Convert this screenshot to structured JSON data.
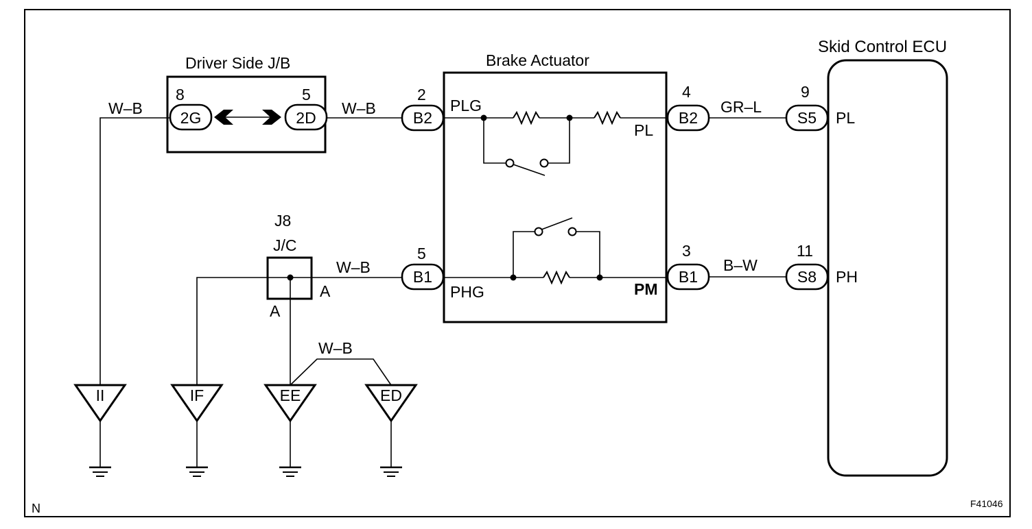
{
  "frame": {
    "corner_left": "N",
    "figure_id": "F41046"
  },
  "junction_block": {
    "title": "Driver Side J/B",
    "left": {
      "pin": "8",
      "code": "2G"
    },
    "right": {
      "pin": "5",
      "code": "2D"
    }
  },
  "junction_connector": {
    "id": "J8",
    "type": "J/C",
    "pin_bottom": "A",
    "pin_right": "A"
  },
  "brake_actuator": {
    "title": "Brake Actuator",
    "terminal_plg": "PLG",
    "terminal_pl": "PL",
    "terminal_phg": "PHG",
    "terminal_pm": "PM",
    "conn_b2_left": {
      "pin": "2",
      "code": "B2"
    },
    "conn_b1_left": {
      "pin": "5",
      "code": "B1"
    },
    "conn_b2_right": {
      "pin": "4",
      "code": "B2"
    },
    "conn_b1_right": {
      "pin": "3",
      "code": "B1"
    }
  },
  "ecu": {
    "title": "Skid Control ECU",
    "conn_s5": {
      "pin": "9",
      "code": "S5",
      "terminal": "PL"
    },
    "conn_s8": {
      "pin": "11",
      "code": "S8",
      "terminal": "PH"
    }
  },
  "wire_colors": {
    "ground_ii": "W–B",
    "jb_to_actuator": "W–B",
    "jc_to_actuator": "W–B",
    "ee_to_ed": "W–B",
    "actuator_to_ecu_pl": "GR–L",
    "actuator_to_ecu_ph": "B–W"
  },
  "ground_points": [
    "II",
    "IF",
    "EE",
    "ED"
  ]
}
